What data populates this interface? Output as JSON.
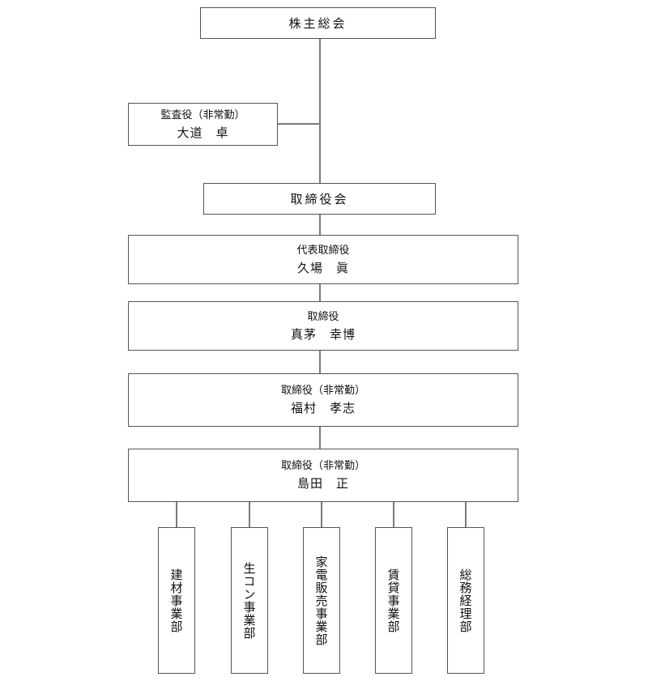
{
  "shareholders_meeting": "株主総会",
  "auditor": {
    "title": "監査役（非常勤）",
    "name": "大道　卓"
  },
  "board": "取締役会",
  "executives": [
    {
      "title": "代表取締役",
      "name": "久場　眞"
    },
    {
      "title": "取締役",
      "name": "真茅　幸博"
    },
    {
      "title": "取締役（非常勤）",
      "name": "福村　孝志"
    },
    {
      "title": "取締役（非常勤）",
      "name": "島田　正"
    }
  ],
  "departments": [
    "建材事業部",
    "生コン事業部",
    "家電販売事業部",
    "賃貸事業部",
    "総務経理部"
  ]
}
